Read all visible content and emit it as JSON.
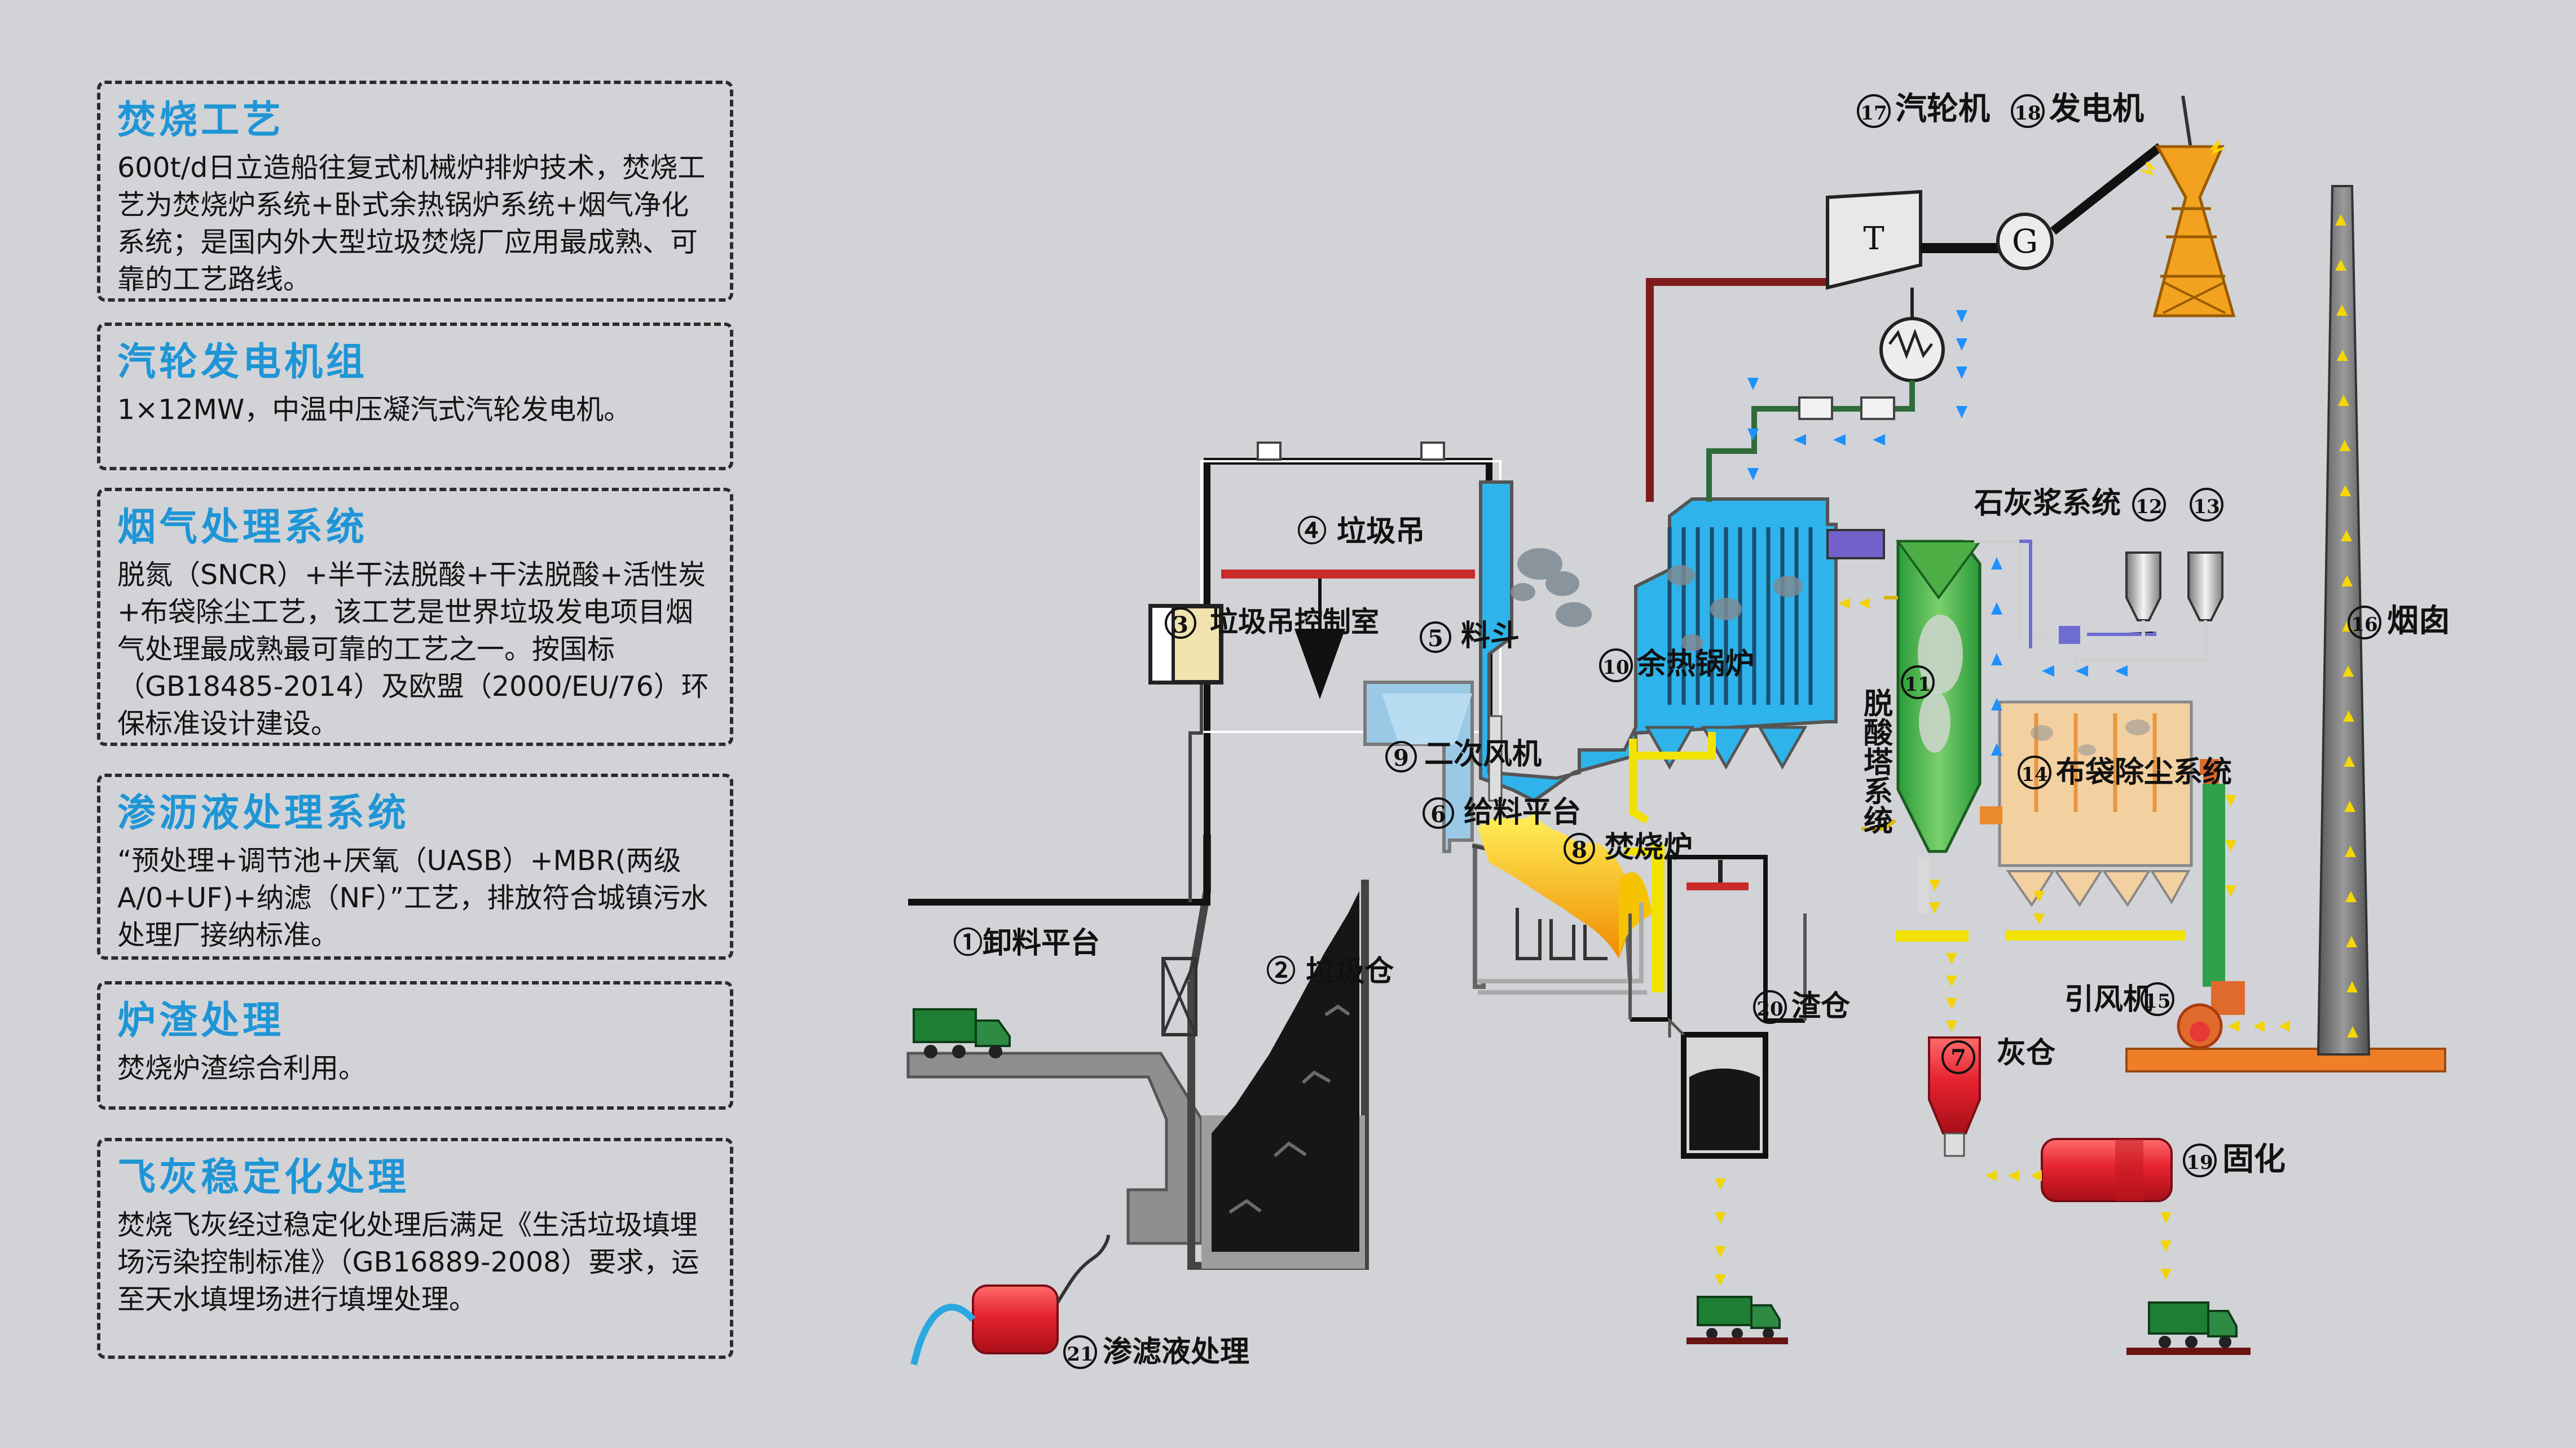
{
  "panels": [
    {
      "title": "焚烧工艺",
      "body": "600t/d日立造船往复式机械炉排炉技术，焚烧工艺为焚烧炉系统+卧式余热锅炉系统+烟气净化系统；是国内外大型垃圾焚烧厂应用最成熟、可靠的工艺路线。"
    },
    {
      "title": "汽轮发电机组",
      "body": "1×12MW，中温中压凝汽式汽轮发电机。"
    },
    {
      "title": "烟气处理系统",
      "body": "脱氮（SNCR）+半干法脱酸+干法脱酸+活性炭+布袋除尘工艺，该工艺是世界垃圾发电项目烟气处理最成熟最可靠的工艺之一。按国标（GB18485-2014）及欧盟（2000/EU/76）环保标准设计建设。"
    },
    {
      "title": "渗沥液处理系统",
      "body": "“预处理+调节池+厌氧（UASB）+MBR(两级A/0+UF)+纳滤（NF）”工艺，排放符合城镇污水处理厂接纳标准。"
    },
    {
      "title": "炉渣处理",
      "body": "焚烧炉渣综合利用。"
    },
    {
      "title": "飞灰稳定化处理",
      "body": "焚烧飞灰经过稳定化处理后满足《生活垃圾填埋场污染控制标准》（GB16889-2008）要求，运至天水填埋场进行填埋处理。"
    }
  ],
  "diagram": {
    "labels": {
      "l1": "①卸料平台",
      "l2": "② 垃圾仓",
      "l3": "垃圾吊控制室",
      "l4": "④ 垃圾吊",
      "l5": "料斗",
      "l6": "给料平台",
      "l7": "灰仓",
      "l8": "焚烧炉",
      "l9": "二次风机",
      "l10": "余热锅炉",
      "l11": "脱酸塔系统",
      "l12": "石灰浆系统",
      "l14": "布袋除尘系统",
      "l15": "引风机",
      "l16": "烟囱",
      "l17": "汽轮机",
      "l18": "发电机",
      "l19": "固化",
      "l20": "渣仓",
      "l21": "渗滤液处理"
    },
    "nums": {
      "n3": "3",
      "n5": "5",
      "n6": "6",
      "n7": "7",
      "n8": "8",
      "n9": "9",
      "n10": "10",
      "n11": "11",
      "n12": "12",
      "n13": "13",
      "n14": "14",
      "n15": "15",
      "n16": "16",
      "n17": "17",
      "n18": "18",
      "n19": "19",
      "n20": "20",
      "n21": "21"
    },
    "symbols": {
      "turbine": "T",
      "generator": "G"
    }
  }
}
